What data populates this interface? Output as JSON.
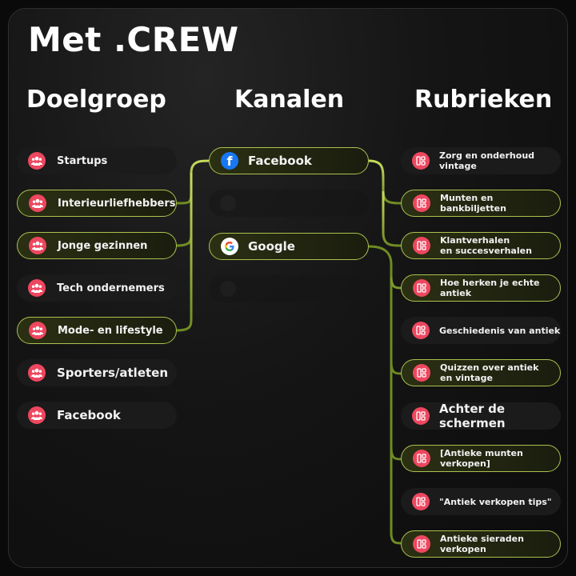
{
  "title": "Met .CREW",
  "columns": {
    "doelgroep": "Doelgroep",
    "kanalen": "Kanalen",
    "rubrieken": "Rubrieken"
  },
  "doelgroep": [
    {
      "label": "Startups",
      "active": false
    },
    {
      "label": "Interieurliefhebbers",
      "active": true
    },
    {
      "label": "Jonge gezinnen",
      "active": true
    },
    {
      "label": "Tech ondernemers",
      "active": false
    },
    {
      "label": "Mode- en lifestyle",
      "active": true
    },
    {
      "label": "Sporters/atleten",
      "active": false
    },
    {
      "label": "Facebook",
      "active": false
    }
  ],
  "kanalen": [
    {
      "label": "Facebook",
      "icon": "facebook-icon",
      "active": true
    },
    {
      "label": "",
      "icon": "placeholder",
      "active": false
    },
    {
      "label": "Google",
      "icon": "google-icon",
      "active": true
    },
    {
      "label": "",
      "icon": "placeholder",
      "active": false
    }
  ],
  "rubrieken": [
    {
      "line1": "Zorg en onderhoud vintage",
      "line2": "",
      "active": false
    },
    {
      "line1": "Munten en bankbiljetten",
      "line2": "",
      "active": true
    },
    {
      "line1": "Klantverhalen",
      "line2": "en succesverhalen",
      "active": true
    },
    {
      "line1": "Hoe herken je echte antiek",
      "line2": "",
      "active": true
    },
    {
      "line1": "Geschiedenis van antiek",
      "line2": "",
      "active": false
    },
    {
      "line1": "Quizzen over antiek",
      "line2": "en vintage",
      "active": true
    },
    {
      "line1": "Achter de schermen",
      "line2": "",
      "active": false
    },
    {
      "line1": "[Antieke munten verkopen]",
      "line2": "",
      "active": true
    },
    {
      "line1": "\"Antiek verkopen tips\"",
      "line2": "",
      "active": false
    },
    {
      "line1": "Antieke sieraden verkopen",
      "line2": "",
      "active": true
    }
  ],
  "colors": {
    "accent": "#a9c24e",
    "icon_bg": "#ee4760",
    "facebook": "#1877f2"
  }
}
